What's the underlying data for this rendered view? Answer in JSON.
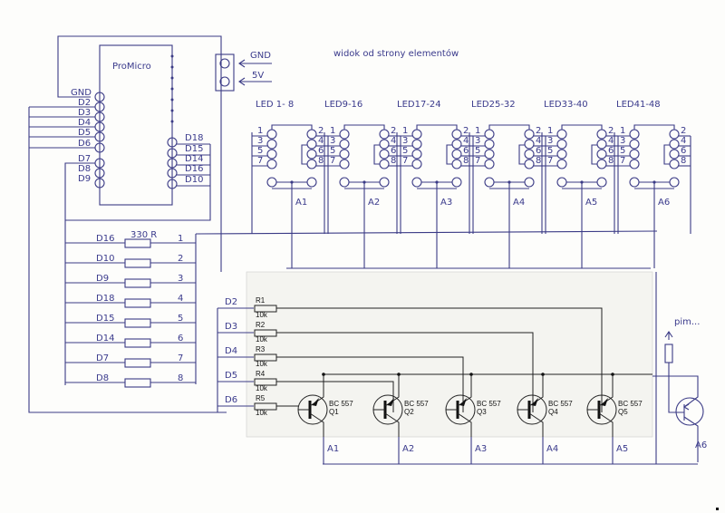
{
  "title": "widok od strony elementów",
  "board": {
    "label": "ProMicro"
  },
  "power": {
    "gnd": "GND",
    "v5": "5V"
  },
  "promicro_left_pins": [
    "GND",
    "D2",
    "D3",
    "D4",
    "D5",
    "D6",
    "D7",
    "D8",
    "D9"
  ],
  "promicro_right_pins": [
    "D18",
    "D15",
    "D14",
    "D16",
    "D10"
  ],
  "led_groups": [
    {
      "label": "LED 1- 8",
      "anode": "A1"
    },
    {
      "label": "LED9-16",
      "anode": "A2"
    },
    {
      "label": "LED17-24",
      "anode": "A3"
    },
    {
      "label": "LED25-32",
      "anode": "A4"
    },
    {
      "label": "LED33-40",
      "anode": "A5"
    },
    {
      "label": "LED41-48",
      "anode": "A6"
    }
  ],
  "socket_pins_left": [
    "1",
    "3",
    "5",
    "7"
  ],
  "socket_pins_right": [
    "2",
    "4",
    "6",
    "8"
  ],
  "cathode_resistors": {
    "value": "330 R",
    "rows": [
      {
        "pin": "D16",
        "num": "1"
      },
      {
        "pin": "D10",
        "num": "2"
      },
      {
        "pin": "D9",
        "num": "3"
      },
      {
        "pin": "D18",
        "num": "4"
      },
      {
        "pin": "D15",
        "num": "5"
      },
      {
        "pin": "D14",
        "num": "6"
      },
      {
        "pin": "D7",
        "num": "7"
      },
      {
        "pin": "D8",
        "num": "8"
      }
    ]
  },
  "base_resistors": [
    {
      "pin": "D2",
      "ref": "R1",
      "value": "10k"
    },
    {
      "pin": "D3",
      "ref": "R2",
      "value": "10k"
    },
    {
      "pin": "D4",
      "ref": "R3",
      "value": "10k"
    },
    {
      "pin": "D5",
      "ref": "R4",
      "value": "10k"
    },
    {
      "pin": "D6",
      "ref": "R5",
      "value": "10k"
    }
  ],
  "transistors": [
    {
      "type": "BC 557",
      "ref": "Q1",
      "out": "A1"
    },
    {
      "type": "BC 557",
      "ref": "Q2",
      "out": "A2"
    },
    {
      "type": "BC 557",
      "ref": "Q3",
      "out": "A3"
    },
    {
      "type": "BC 557",
      "ref": "Q4",
      "out": "A4"
    },
    {
      "type": "BC 557",
      "ref": "Q5",
      "out": "A5"
    }
  ],
  "extra": {
    "label": "pim...",
    "out": "A6"
  },
  "colors": {
    "ink": "#3b3b86",
    "print": "#222222",
    "paper": "#fdfdfb"
  }
}
